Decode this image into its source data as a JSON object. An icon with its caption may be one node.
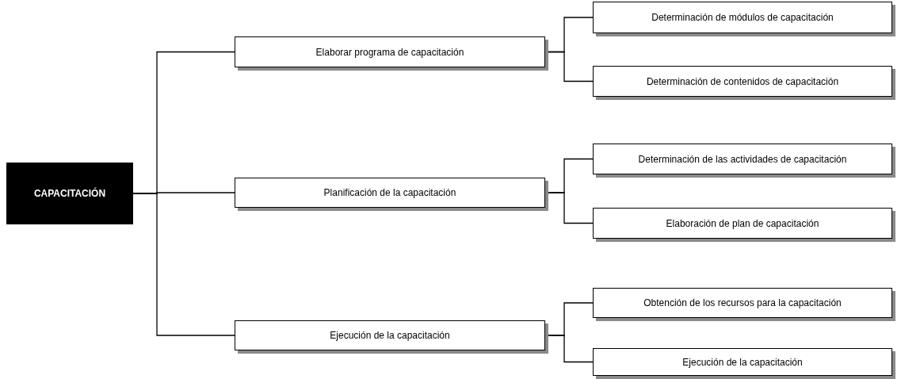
{
  "diagram": {
    "nodes": [
      {
        "text": [
          "CAPACITACIÓN"
        ]
      },
      {
        "text": [
          "Elaborar programa de capacitación"
        ]
      },
      {
        "text": [
          "Planificación de la capacitación"
        ]
      },
      {
        "text": [
          "Ejecución de la capacitación"
        ]
      },
      {
        "text": [
          "Determinación de módulos de capacitación"
        ]
      },
      {
        "text": [
          "Determinación de contenidos de capacitación"
        ]
      },
      {
        "text": [
          "Determinación de las actividades de capacitación"
        ]
      },
      {
        "text": [
          "Elaboración de plan de capacitación"
        ]
      },
      {
        "text": [
          "Obtención de los recursos para la capacitación"
        ]
      },
      {
        "text": [
          "Ejecución de la capacitación"
        ]
      }
    ],
    "edges": [
      {
        "from": 0,
        "to": 1,
        "arrow": "none"
      },
      {
        "from": 0,
        "to": 2,
        "arrow": "none"
      },
      {
        "from": 0,
        "to": 3,
        "arrow": "none"
      },
      {
        "from": 1,
        "to": 4,
        "arrow": "none"
      },
      {
        "from": 1,
        "to": 5,
        "arrow": "none"
      },
      {
        "from": 2,
        "to": 6,
        "arrow": "none"
      },
      {
        "from": 2,
        "to": 7,
        "arrow": "none"
      },
      {
        "from": 3,
        "to": 8,
        "arrow": "none"
      },
      {
        "from": 3,
        "to": 9,
        "arrow": "none"
      }
    ]
  }
}
